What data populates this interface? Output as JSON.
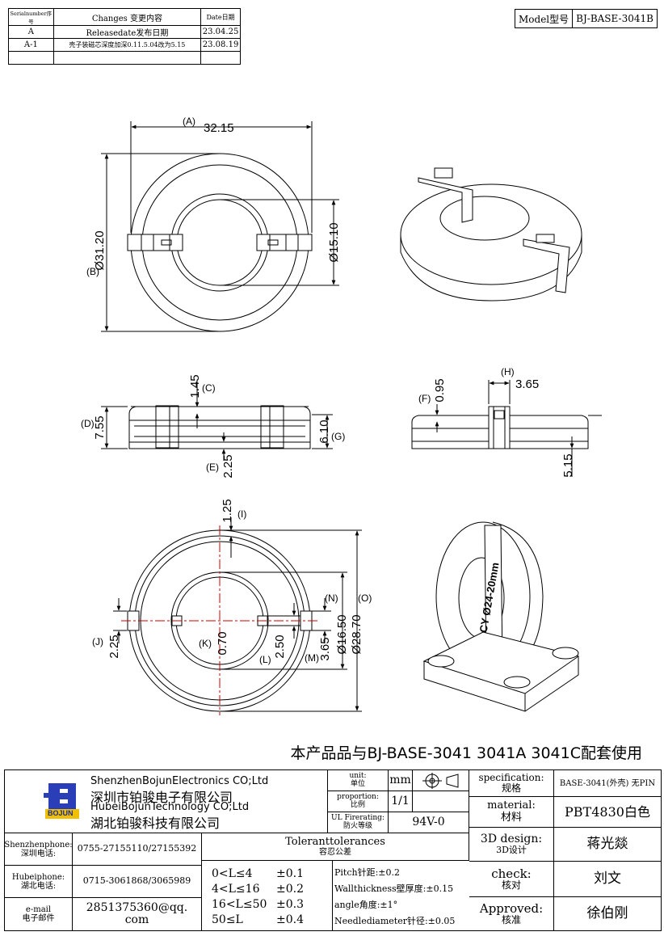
{
  "revision_table": {
    "headers": {
      "serial": "Serialnumber序号",
      "changes": "Changes 变更内容",
      "date": "Date日期"
    },
    "rows": [
      {
        "serial": "A",
        "change": "Releasedate发布日期",
        "date": "23.04.25"
      },
      {
        "serial": "A-1",
        "change": "壳子装磁芯深度加深0.11.5.04改为5.15",
        "date": "23.08.19"
      },
      {
        "serial": "",
        "change": "",
        "date": ""
      }
    ]
  },
  "model": {
    "label": "Model型号",
    "value": "BJ-BASE-3041B"
  },
  "dimensions": {
    "A_label": "(A)",
    "A": "32.15",
    "B_label": "(B)",
    "B": "Ø31.20",
    "inner_dia": "Ø15.10",
    "C_label": "(C)",
    "C": "1.45",
    "D_label": "(D)",
    "D": "7.55",
    "E_label": "(E)",
    "E": "2.25",
    "G_label": "(G)",
    "G": "6.10",
    "F_label": "(F)",
    "F": "0.95",
    "H_label": "(H)",
    "H": "3.65",
    "side_bottom": "5.15",
    "I_label": "(I)",
    "I": "1.25",
    "J_label": "(J)",
    "J": "2.25",
    "K_label": "(K)",
    "K": "0.70",
    "L_label": "(L)",
    "L": "2.50",
    "M_label": "(M)",
    "M": "3.65",
    "N_label": "(N)",
    "N": "Ø16.50",
    "O_label": "(O)",
    "O": "Ø28.70"
  },
  "product_text": "CY Ø24-20mm",
  "compat_note": "本产品品与BJ-BASE-3041 3041A 3041C配套使用",
  "company": {
    "name1_en": "ShenzhenBojunElectronics CO;Ltd",
    "name1_cn": "深圳市铂骏电子有限公司",
    "name2_en": "HubeiBojunTechnology CO;Ltd",
    "name2_cn": "湖北铂骏科技有限公司",
    "logo_text": "BOJUN"
  },
  "unit": {
    "label_en": "unit:",
    "label_cn": "单位",
    "value": "mm"
  },
  "proportion": {
    "label_en": "proportion:",
    "label_cn": "比例",
    "value": "1/1"
  },
  "fire": {
    "label_en": "UL Firerating:",
    "label_cn": "防火等级",
    "value": "94V-0"
  },
  "specification": {
    "label_en": "specification:",
    "label_cn": "规格",
    "value": "BASE-3041(外壳) 无PIN"
  },
  "material": {
    "label_en": "material:",
    "label_cn": "材料",
    "value": "PBT4830白色"
  },
  "design3d": {
    "label_en": "3D design:",
    "label_cn": "3D设计",
    "value": "蒋光燚"
  },
  "check": {
    "label_en": "check:",
    "label_cn": "核对",
    "value": "刘文"
  },
  "approved": {
    "label_en": "Approved:",
    "label_cn": "核准",
    "value": "徐伯刚"
  },
  "contacts": [
    {
      "label_en": "Shenzhenphone:",
      "label_cn": "深圳电话:",
      "value": "0755-27155110/27155392"
    },
    {
      "label_en": "Hubeiphone:",
      "label_cn": "湖北电话:",
      "value": "0715-3061868/3065989"
    },
    {
      "label_en": "e-mail",
      "label_cn": "电子邮件",
      "value": "2851375360@qq. com"
    }
  ],
  "tolerances": {
    "title_en": "Toleranttolerances",
    "title_cn": "容忍公差",
    "rows": [
      {
        "range": "0<L≤4",
        "tol": "±0.1"
      },
      {
        "range": "4<L≤16",
        "tol": "±0.2"
      },
      {
        "range": "16<L≤50",
        "tol": "±0.3"
      },
      {
        "range": "50≤L",
        "tol": "±0.4"
      }
    ],
    "notes": [
      "Pitch针距:±0.2",
      "Wallthickness壁厚度:±0.15",
      "angle角度:±1°",
      "Needlediameter针径:±0.05"
    ]
  }
}
